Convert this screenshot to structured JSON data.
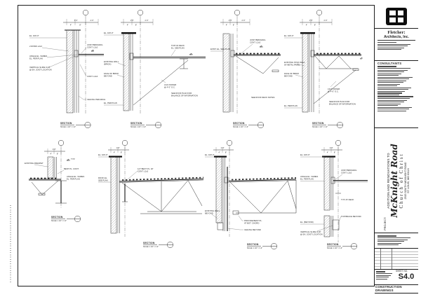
{
  "titleblock": {
    "firm_line1": "Fletcher:",
    "firm_line2": "Architects, Inc.",
    "consultants_header": "CONSULTANTS",
    "project_label": "PROJECT:",
    "project_sub": "ADDITION AND RENOVATIONS TO",
    "project_name": "McKnight Road",
    "project_name2": "Church of Christ",
    "project_addr1": "2515 SOUTH MCKNIGHT ROAD",
    "project_addr2": "ST. LOUIS, MO 63124",
    "sheet_no_label": "SHEET NO.",
    "sheet_no": "S4.0",
    "footer": "CONSTRUCTION DRAWINGS"
  },
  "details": {
    "section_title": "SECTION",
    "section_scale": "SCALE: 1 1/2\" = 1'-0\"",
    "d1": {
      "dim_total": "1'-4\"",
      "dim_a": "4\"",
      "dim_b": "8\"",
      "dim_r": "2'-0\"",
      "el_top": "EL. 100'-0\"",
      "l1": "2 ROWS L2x2",
      "l2a": "ANGLE EL. VARIES",
      "l2b": "EL. PER PLAN",
      "l3a": "VERTICAL SLIDE CLIP",
      "l3b": "@ EA. JOIST LOCATION",
      "r1a": "JOIST BRIDGING",
      "r1b": "CONT. L2x2",
      "r2": "CONT. L4x4",
      "r3": "CEILING PER ARCH"
    },
    "d2": {
      "dim_total": "1'-4\"",
      "dim_a": "4\"",
      "dim_b": "8\"",
      "dim_r": "2'-0\"",
      "el_top": "EL. 100'-0\"",
      "el_bot": "EL. PER PLAN",
      "l1a": "EXISTING WALL",
      "l1b": "(BRICK)",
      "l2a": "FACE OF BRICK",
      "l2b": "BEYOND",
      "r1a": "TOP OF DECK",
      "r1b": "EL. SEE PLAN",
      "m1a": "L3x3 KICKER",
      "m1b": "@ 4'-0\" O.C.",
      "r2a": "SEE ROOF PLAN FOR",
      "r2b": "BALANCE OF INFORMATION"
    },
    "d3": {
      "dim_total": "1'-4\"",
      "dim_a": "4\"",
      "dim_b": "8\"",
      "dim_r": "2'-0\"",
      "l1": "EXIST. EL. SEE PLAN",
      "r1a": "JOIST BRIDGING",
      "r1b": "CONT. L2x2",
      "b1": "SEE ROOF DECK NOTES"
    },
    "d4": {
      "dim_total": "1'-4\"",
      "dim_a": "4\"",
      "dim_b": "8\"",
      "dim_r": "2'-0\"",
      "el_top": "EL. 100'-0\"",
      "el_bot": "EL. PER PLAN",
      "l1a": "EXISTING STUD WALL",
      "l1b": "W/ METAL PANEL",
      "l2a": "FACE OF BRICK",
      "l2b": "BEYOND",
      "m1a": "L3x3 KICKER",
      "m1b": "@ 4'-0\" O.C.",
      "r1a": "SEE ROOF PLAN FOR",
      "r1b": "BALANCE OF INFORMATION"
    },
    "d5": {
      "dim_total": "1'-4\"",
      "dim_a": "4\"",
      "dim_b": "8\"",
      "l1": "EXISTING PARAPET",
      "r1": "TYP.",
      "r2": "BENT PL. CONT.",
      "r3a": "ANGLE EL. VARIES",
      "r3b": "EL. PER PLAN"
    },
    "d6": {
      "dim_total": "1'-4\"",
      "dim_a": "4\"",
      "dim_b": "8\"",
      "el_top": "EL. 100'-0\"",
      "l1a": "ROOF EL.",
      "l1b": "SEE PLAN",
      "m1a": "1/2\" BENT PL. W/",
      "m1b": "CONT. L2x2"
    },
    "d7": {
      "dim_total": "1'-4\"",
      "dim_a": "4\"",
      "dim_b": "8\"",
      "el_top": "EL. 100'-0\"",
      "l1a": "EXISTING WALL",
      "l1b": "BEYOND",
      "b1a": "PROVIDE BENT PL.",
      "b1b": "AT BOT. CHORD",
      "b2": "CEILING BEYOND"
    },
    "d8": {
      "dim_total": "1'-4\"",
      "dim_a": "4\"",
      "dim_b": "8\"",
      "el_top": "EL. 100'-0\"",
      "l2a": "ANGLE EL. VARIES",
      "l2b": "EL. PER PLAN",
      "l3": "EL. (BEYOND)",
      "l4a": "VERTICAL SLIDE CLIP",
      "l4b": "@ EA. JOIST LOCATION",
      "r1a": "JOIST BRIDGING",
      "r1b": "CONT. L2x2",
      "r2": "TYP. AT DECK",
      "r3": "TOP BRACE BEYOND"
    }
  }
}
